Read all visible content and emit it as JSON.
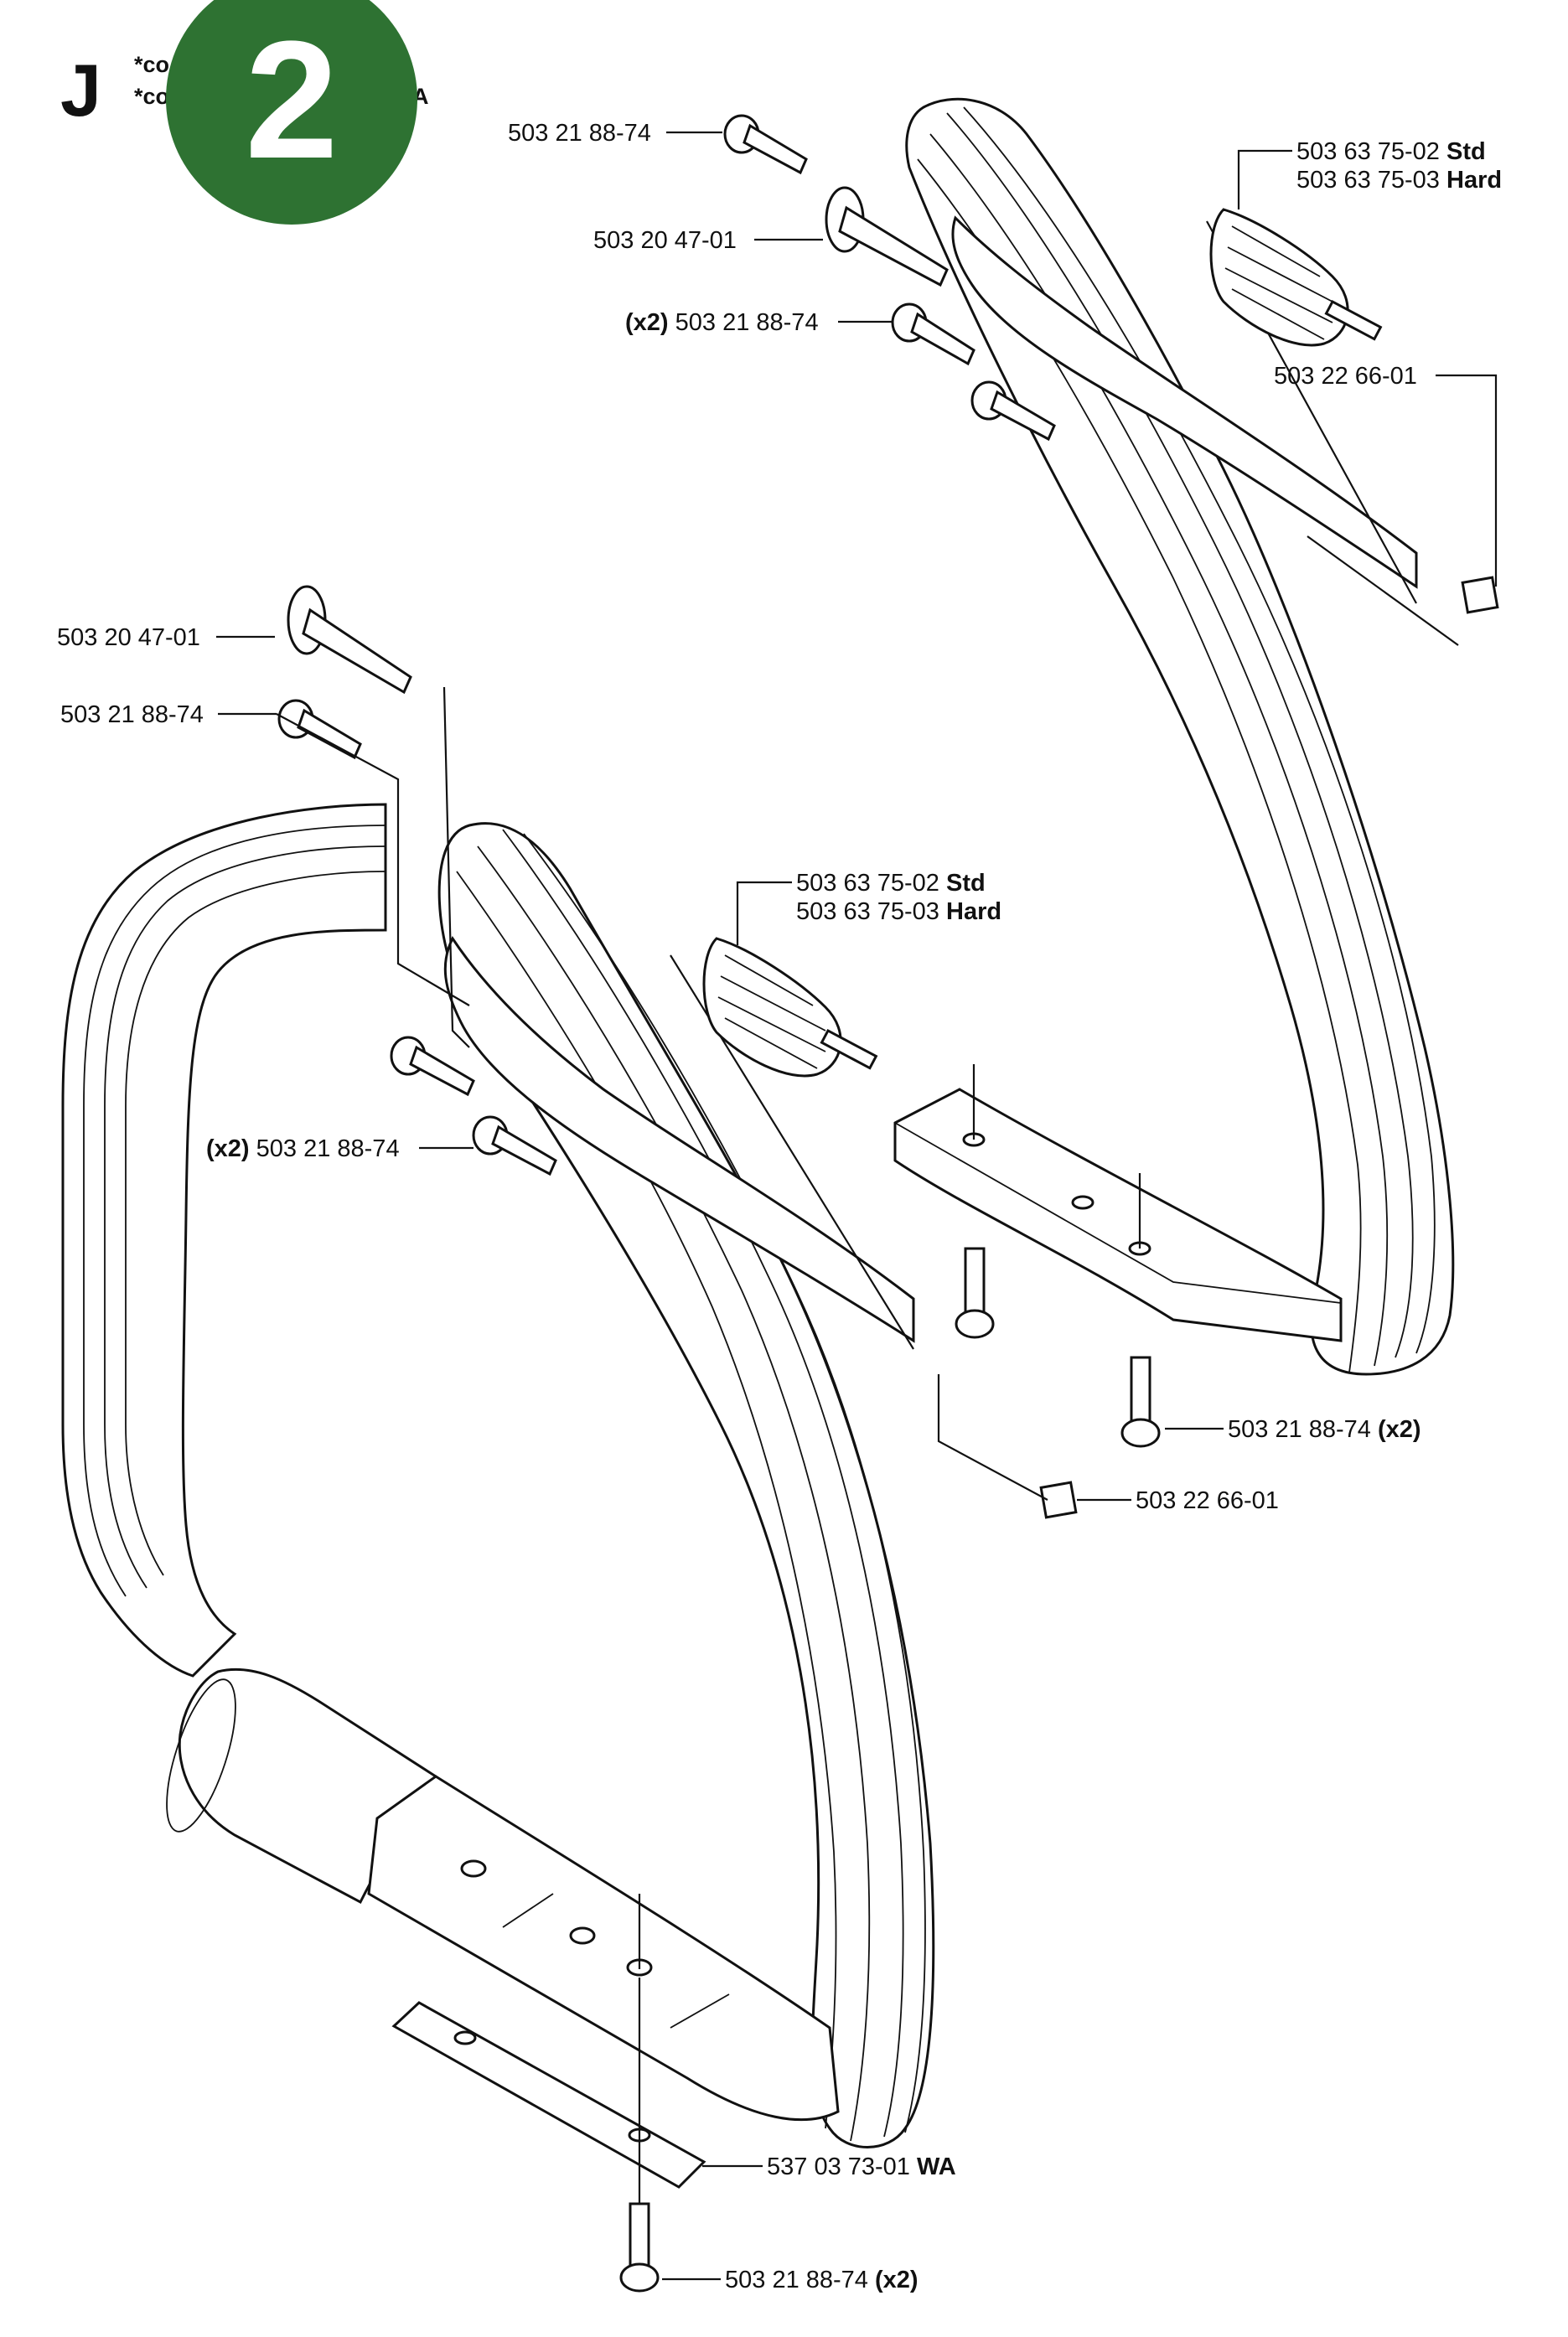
{
  "section_letter": "J",
  "notes": {
    "line1": "*co",
    "line2": "*co",
    "line2_tail": "A"
  },
  "badge": {
    "number": "2",
    "color": "#2e7232"
  },
  "labels": [
    {
      "id": "top-bolt",
      "text": "503 21 88-74",
      "suffix": ""
    },
    {
      "id": "top-pin",
      "text": "503 20 47-01",
      "suffix": ""
    },
    {
      "id": "top-bolts-x2",
      "prefix": "(x2)",
      "text": "503 21 88-74",
      "suffix": ""
    },
    {
      "id": "top-spring-std",
      "text": "503 63 75-02",
      "suffix": "Std"
    },
    {
      "id": "top-spring-hard",
      "text": "503 63 75-03",
      "suffix": "Hard"
    },
    {
      "id": "top-nut",
      "text": "503 22 66-01",
      "suffix": ""
    },
    {
      "id": "low-pin",
      "text": "503 20 47-01",
      "suffix": ""
    },
    {
      "id": "low-bolt",
      "text": "503 21 88-74",
      "suffix": ""
    },
    {
      "id": "low-spring-std",
      "text": "503 63 75-02",
      "suffix": "Std"
    },
    {
      "id": "low-spring-hard",
      "text": "503 63 75-03",
      "suffix": "Hard"
    },
    {
      "id": "low-bolts-x2",
      "prefix": "(x2)",
      "text": "503 21 88-74",
      "suffix": ""
    },
    {
      "id": "plate-bolts-x2",
      "text": "503 21 88-74",
      "suffix": "(x2)"
    },
    {
      "id": "low-nut",
      "text": "503 22 66-01",
      "suffix": ""
    },
    {
      "id": "bracket",
      "text": "537 03 73-01",
      "suffix": "WA"
    },
    {
      "id": "bottom-bolts-x2",
      "text": "503 21 88-74",
      "suffix": "(x2)"
    }
  ]
}
